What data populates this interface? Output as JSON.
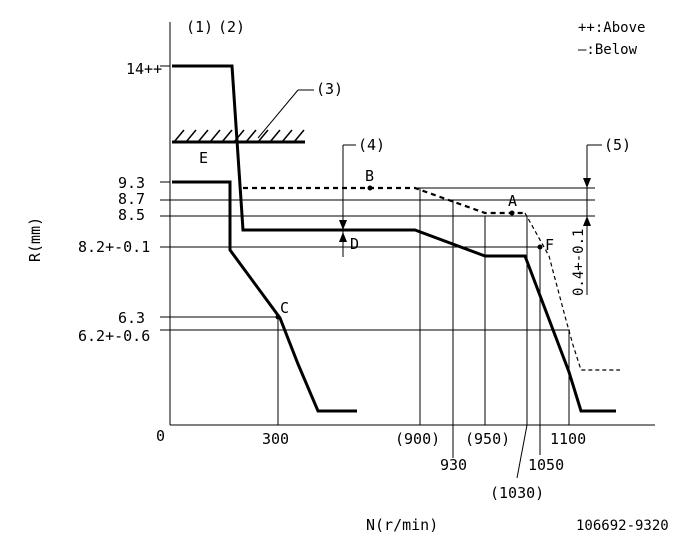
{
  "chart_data": {
    "type": "line",
    "title": "",
    "xlabel": "N(r/min)",
    "ylabel": "R(mm)",
    "legend": {
      "above": "++:Above",
      "below": "—:Below"
    },
    "figure_id": "106692-9320",
    "top_labels": [
      "(1)",
      "(2)"
    ],
    "annotations": {
      "ref3": "(3)",
      "ref4": "(4)",
      "ref5": "(5)",
      "E": "E",
      "B": "B",
      "A": "A",
      "D": "D",
      "F": "F",
      "C": "C",
      "delta": "0.4+-0.1"
    },
    "y_ticks": [
      {
        "label": "14++",
        "value": 14
      },
      {
        "label": "9.3",
        "value": 9.3
      },
      {
        "label": "8.7",
        "value": 8.7
      },
      {
        "label": "8.5",
        "value": 8.5
      },
      {
        "label": "8.2+-0.1",
        "value": 8.2
      },
      {
        "label": "6.3",
        "value": 6.3
      },
      {
        "label": "6.2+-0.6",
        "value": 6.2
      },
      {
        "label": "0",
        "value": 0
      }
    ],
    "x_ticks": [
      "300",
      "(900)",
      "930",
      "(950)",
      "(1030)",
      "1050",
      "1100"
    ]
  }
}
